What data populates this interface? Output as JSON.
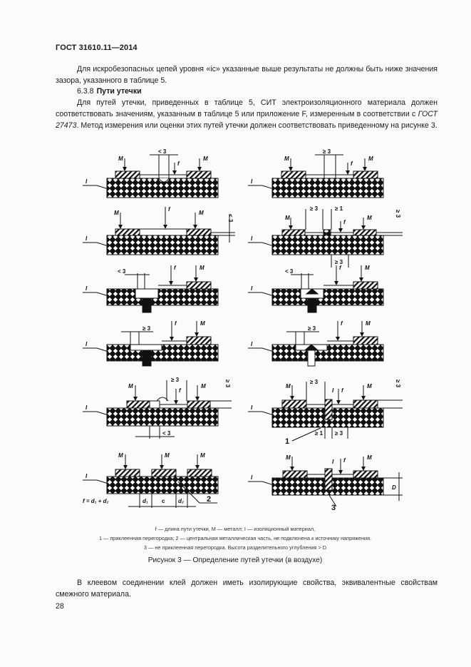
{
  "header": {
    "doc_id": "ГОСТ 31610.11—2014"
  },
  "paragraphs": {
    "p1": "Для искробезопасных цепей уровня «ic» указанные выше результаты не должны быть ниже значения зазора, указанного в таблице 5.",
    "section_number": "6.3.8",
    "section_title": "Пути утечки",
    "p3_before": "Для путей утечки, приведенных в таблице 5, СИТ электроизоляционного материала должен соответствовать значениям, указанным в таблице 5 или приложение F, измеренным в соответствии с ",
    "p3_ref": "ГОСТ 27473",
    "p3_after": ". Метод измерения или оценки этих путей утечки должен соответствовать приведенному на рисунке 3.",
    "p4": "В клеевом соединении клей должен иметь изолирующие свойства, эквивалентные свойствам смежного материала."
  },
  "figure": {
    "panels": [
      {
        "id": "a-left",
        "dims": [
          "< 3"
        ],
        "labels": [
          "M",
          "M",
          "f",
          "I"
        ]
      },
      {
        "id": "a-right",
        "dims": [
          "≥ 3"
        ],
        "labels": [
          "M",
          "M",
          "f",
          "I"
        ]
      },
      {
        "id": "b-left",
        "dims": [
          "< 3"
        ],
        "labels": [
          "M",
          "M",
          "f",
          "I"
        ]
      },
      {
        "id": "b-right",
        "dims": [
          "≥ 3",
          "≥ 1",
          "≥ 3"
        ],
        "labels": [
          "M",
          "M",
          "f",
          "I"
        ]
      },
      {
        "id": "c-left",
        "dims": [
          "< 3"
        ],
        "labels": [
          "M",
          "f",
          "I"
        ]
      },
      {
        "id": "c-right",
        "dims": [
          "< 3",
          "≥ 3"
        ],
        "labels": [
          "M",
          "f",
          "I"
        ]
      },
      {
        "id": "d-left",
        "dims": [
          "≥ 3"
        ],
        "labels": [
          "M",
          "f",
          "I"
        ]
      },
      {
        "id": "d-right",
        "dims": [
          "≥ 3"
        ],
        "labels": [
          "M",
          "f",
          "I"
        ]
      },
      {
        "id": "e-left",
        "dims": [
          "≥ 3",
          "≥ 3",
          "< 3"
        ],
        "labels": [
          "M",
          "M",
          "f",
          "I"
        ]
      },
      {
        "id": "e-right",
        "dims": [
          "≥ 3",
          "≥ 3",
          "≥ 1",
          "≥ 3"
        ],
        "labels": [
          "M",
          "M",
          "f",
          "I",
          "I",
          "1"
        ]
      },
      {
        "id": "f-left",
        "dims": [
          "d1",
          "c",
          "d2"
        ],
        "formula": "f = d1 + d2",
        "labels": [
          "M",
          "M",
          "M",
          "I",
          "2"
        ]
      },
      {
        "id": "f-right",
        "dims": [
          "D"
        ],
        "labels": [
          "M",
          "M",
          "f",
          "I",
          "I",
          "3"
        ]
      }
    ],
    "legend_line1": "f — длина пути утечки, M — металл; I — изоляционный материал,",
    "legend_line2": "1 — приклеенная перегородка; 2 — центральная металлическая часть, не подключена к источнику напряжения.",
    "legend_line3": "3 — не приклеенная перегородка. Высота разделительного углубления > D",
    "caption": "Рисунок 3 — Определение путей утечки (в воздухе)"
  },
  "footer": {
    "page_number": "28"
  }
}
